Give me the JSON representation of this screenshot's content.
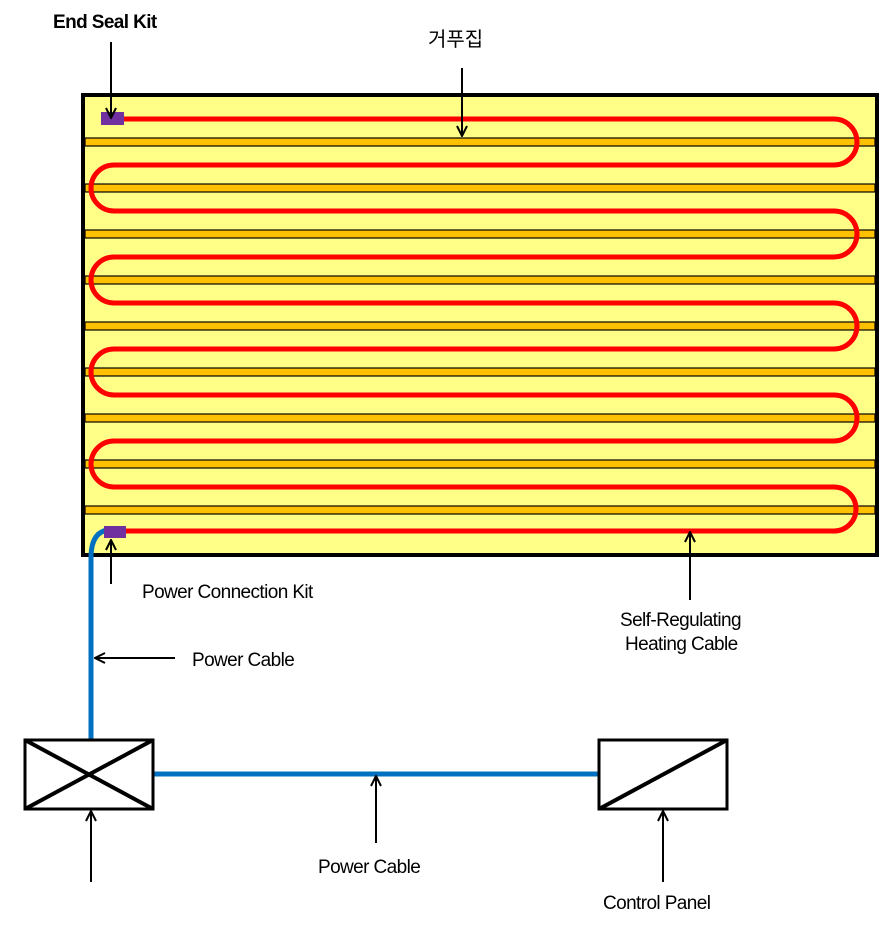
{
  "labels": {
    "end_seal_kit": "End Seal Kit",
    "floor_material": "거푸집",
    "power_connection_kit": "Power Connection Kit",
    "self_regulating_line1": "Self-Regulating",
    "self_regulating_line2": "Heating Cable",
    "power_cable_vertical": "Power Cable",
    "power_cable_horizontal": "Power Cable",
    "control_panel": "Control Panel"
  },
  "colors": {
    "slab_fill": "#ffff88",
    "slab_border": "#000000",
    "strip_fill": "#ffc000",
    "heating_cable": "#ff0000",
    "power_cable": "#0070c0",
    "kit": "#7030a0",
    "box_border": "#000000"
  },
  "icons": {
    "junction_box": "box-with-x-icon",
    "control_panel": "box-with-diagonal-icon",
    "end_seal_kit": "purple-rectangle",
    "power_connection_kit": "purple-rectangle"
  }
}
